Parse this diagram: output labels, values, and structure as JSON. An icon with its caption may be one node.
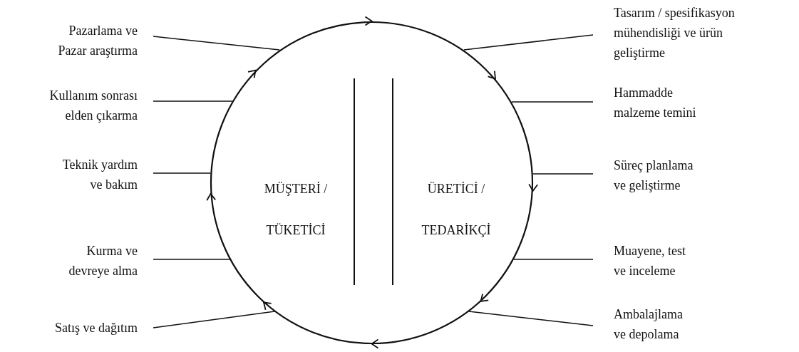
{
  "diagram": {
    "nodes": [
      {
        "text": [
          "MÜŞTERİ / TÜKETİCİ",
          "ÜRETİCİ / TEDARİKÇİ"
        ]
      },
      {
        "text": [
          "Pazarlama ve Pazar araştırma"
        ]
      },
      {
        "text": [
          "Tasarım / spesifikasyon mühendisliği ve ürün geliştirme"
        ]
      },
      {
        "text": [
          "Kullanım sonrası elden çıkarma"
        ]
      },
      {
        "text": [
          "Hammadde malzeme temini"
        ]
      },
      {
        "text": [
          "Teknik yardım ve bakım"
        ]
      },
      {
        "text": [
          "Süreç planlama ve geliştirme"
        ]
      },
      {
        "text": [
          "Kurma ve devreye alma"
        ]
      },
      {
        "text": [
          "Muayene, test ve inceleme"
        ]
      },
      {
        "text": [
          "Satış ve dağıtım"
        ]
      },
      {
        "text": [
          "Ambalajlama ve depolama"
        ]
      }
    ],
    "edges": [
      {
        "from": 1,
        "to": 0,
        "arrow": "none"
      },
      {
        "from": 2,
        "to": 0,
        "arrow": "none"
      },
      {
        "from": 3,
        "to": 0,
        "arrow": "none"
      },
      {
        "from": 4,
        "to": 0,
        "arrow": "none"
      },
      {
        "from": 5,
        "to": 0,
        "arrow": "none"
      },
      {
        "from": 6,
        "to": 0,
        "arrow": "none"
      },
      {
        "from": 7,
        "to": 0,
        "arrow": "none"
      },
      {
        "from": 8,
        "to": 0,
        "arrow": "none"
      },
      {
        "from": 9,
        "to": 0,
        "arrow": "none"
      },
      {
        "from": 10,
        "to": 0,
        "arrow": "none"
      }
    ]
  }
}
